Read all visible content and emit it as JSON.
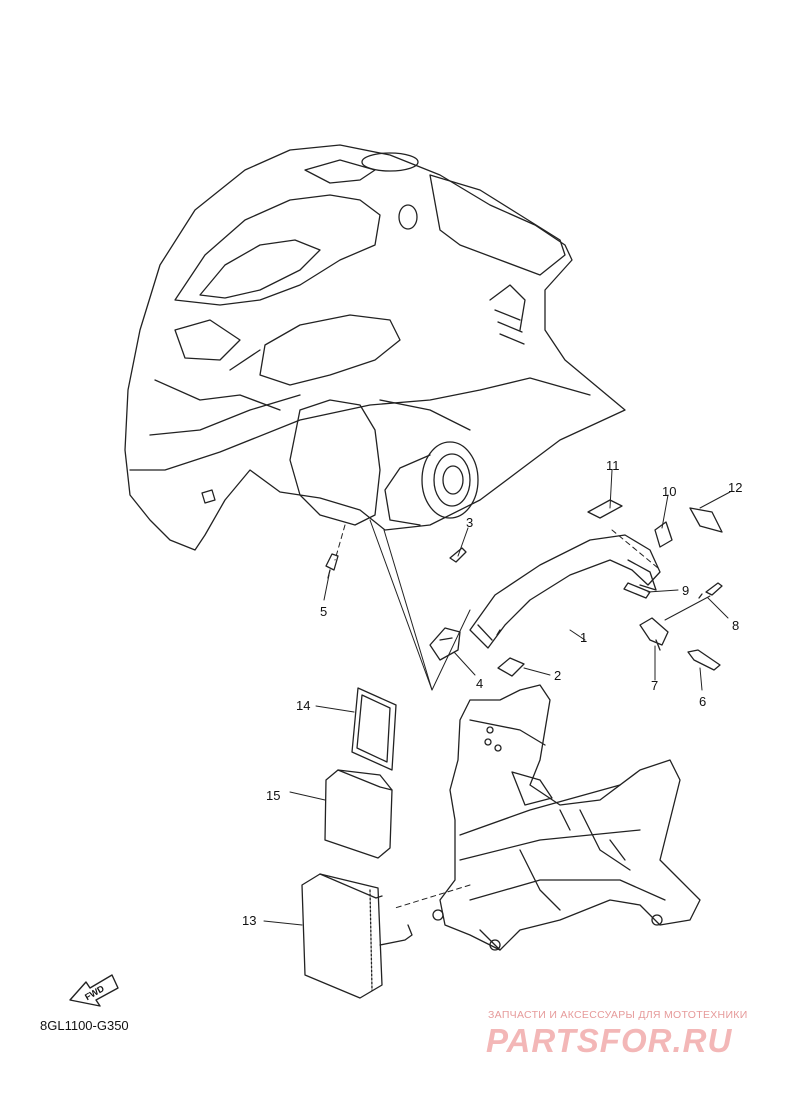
{
  "diagram_code": "8GL1100-G350",
  "fwd_label": "FWD",
  "watermark": {
    "tagline": "ЗАПЧАСТИ И АКСЕССУАРЫ ДЛЯ МОТОТЕХНИКИ",
    "logo": "PARTSFOR.RU"
  },
  "callouts": [
    "1",
    "2",
    "3",
    "4",
    "5",
    "6",
    "7",
    "8",
    "9",
    "10",
    "11",
    "12",
    "13",
    "14",
    "15"
  ],
  "colors": {
    "line": "#222222",
    "watermark": "#f3b7b7"
  }
}
